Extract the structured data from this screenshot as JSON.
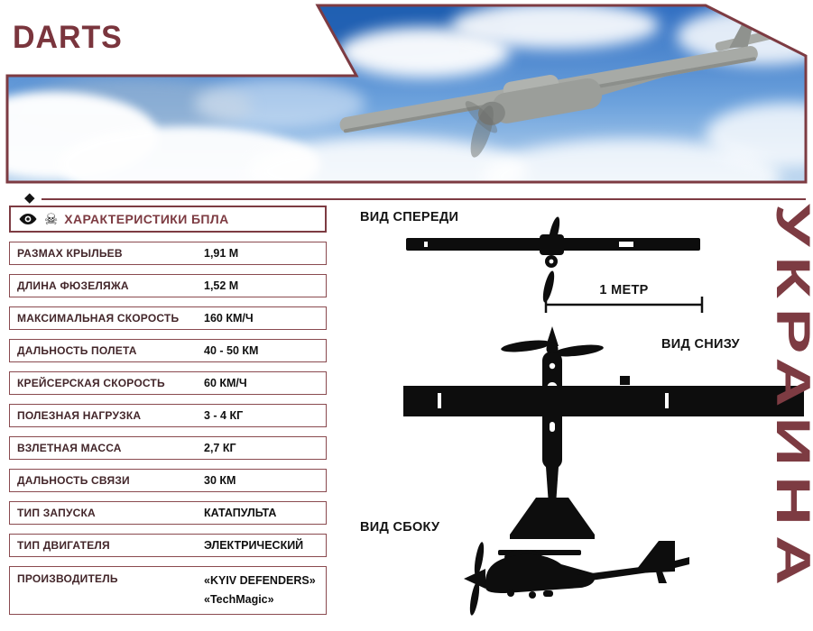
{
  "title": "DARTS",
  "vertical_label": "УКРАИНА",
  "icons": {
    "eye": "eye-icon",
    "skull": "skull-crossbones-icon",
    "skull_glyph": "☠",
    "diamond_glyph": "◆"
  },
  "specs": {
    "heading": "ХАРАКТЕРИСТИКИ БПЛА",
    "rows": [
      {
        "label": "РАЗМАХ КРЫЛЬЕВ",
        "value": "1,91 М"
      },
      {
        "label": "ДЛИНА ФЮЗЕЛЯЖА",
        "value": "1,52 М"
      },
      {
        "label": "МАКСИМАЛЬНАЯ СКОРОСТЬ",
        "value": "160 КМ/Ч"
      },
      {
        "label": "ДАЛЬНОСТЬ ПОЛЕТА",
        "value": "40 - 50 КМ"
      },
      {
        "label": "КРЕЙСЕРСКАЯ СКОРОСТЬ",
        "value": "60 КМ/Ч"
      },
      {
        "label": "ПОЛЕЗНАЯ НАГРУЗКА",
        "value": "3 - 4 КГ"
      },
      {
        "label": "ВЗЛЕТНАЯ МАССА",
        "value": "2,7 КГ"
      },
      {
        "label": "ДАЛЬНОСТЬ СВЯЗИ",
        "value": "30 КМ"
      },
      {
        "label": "ТИП ЗАПУСКА",
        "value": "КАТАПУЛЬТА"
      },
      {
        "label": "ТИП ДВИГАТЕЛЯ",
        "value": "ЭЛЕКТРИЧЕСКИЙ"
      },
      {
        "label": "ПРОИЗВОДИТЕЛЬ",
        "value": "«KYIV DEFENDERS»",
        "value2": "«TechMagic»"
      }
    ]
  },
  "views": {
    "front": "ВИД СПЕРЕДИ",
    "bottom": "ВИД СНИЗУ",
    "side": "ВИД СБОКУ",
    "scale": "1 МЕТР"
  },
  "colors": {
    "maroon": "#7d3b42",
    "black": "#111111",
    "sky_blue": "#2e6cc0"
  }
}
